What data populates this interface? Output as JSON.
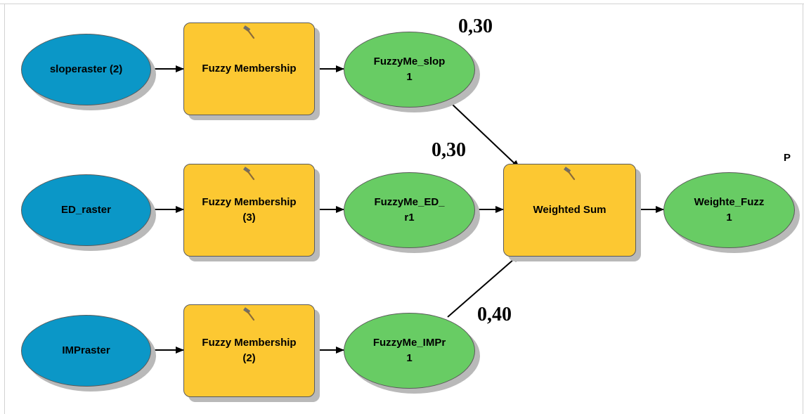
{
  "diagram": {
    "inputs": [
      {
        "id": "in1",
        "label": "sloperaster (2)"
      },
      {
        "id": "in2",
        "label": "ED_raster"
      },
      {
        "id": "in3",
        "label": "IMPraster"
      }
    ],
    "tools": [
      {
        "id": "fm1",
        "label": "Fuzzy Membership"
      },
      {
        "id": "fm3",
        "label": "Fuzzy Membership\n(3)"
      },
      {
        "id": "fm2",
        "label": "Fuzzy Membership\n(2)"
      },
      {
        "id": "ws",
        "label": "Weighted Sum"
      }
    ],
    "outputs": [
      {
        "id": "out1",
        "label": "FuzzyMe_slop\n1"
      },
      {
        "id": "out2",
        "label": "FuzzyMe_ED_\nr1"
      },
      {
        "id": "out3",
        "label": "FuzzyMe_IMPr\n1"
      },
      {
        "id": "final",
        "label": "Weighte_Fuzz\n1"
      }
    ],
    "weights": [
      "0,30",
      "0,30",
      "0,40"
    ],
    "final_marker": "P",
    "colors": {
      "input": "#0b97c7",
      "tool": "#fcc832",
      "output": "#68cc64",
      "shadow": "#b9b9b9",
      "connector": "#000000"
    },
    "icons": {
      "tool": "hammer-icon"
    }
  }
}
